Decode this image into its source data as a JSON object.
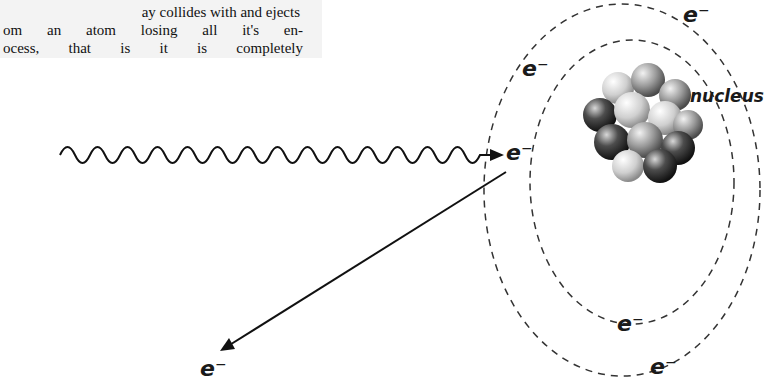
{
  "diagram": {
    "labels": [
      "ay collides with and ejects",
      "om an atom losing all it's en-",
      "ocess, that is it is completely",
      "e⁻",
      "e⁻",
      "e⁻",
      "nucleus",
      "e⁻",
      "e⁻",
      "e⁻"
    ]
  }
}
